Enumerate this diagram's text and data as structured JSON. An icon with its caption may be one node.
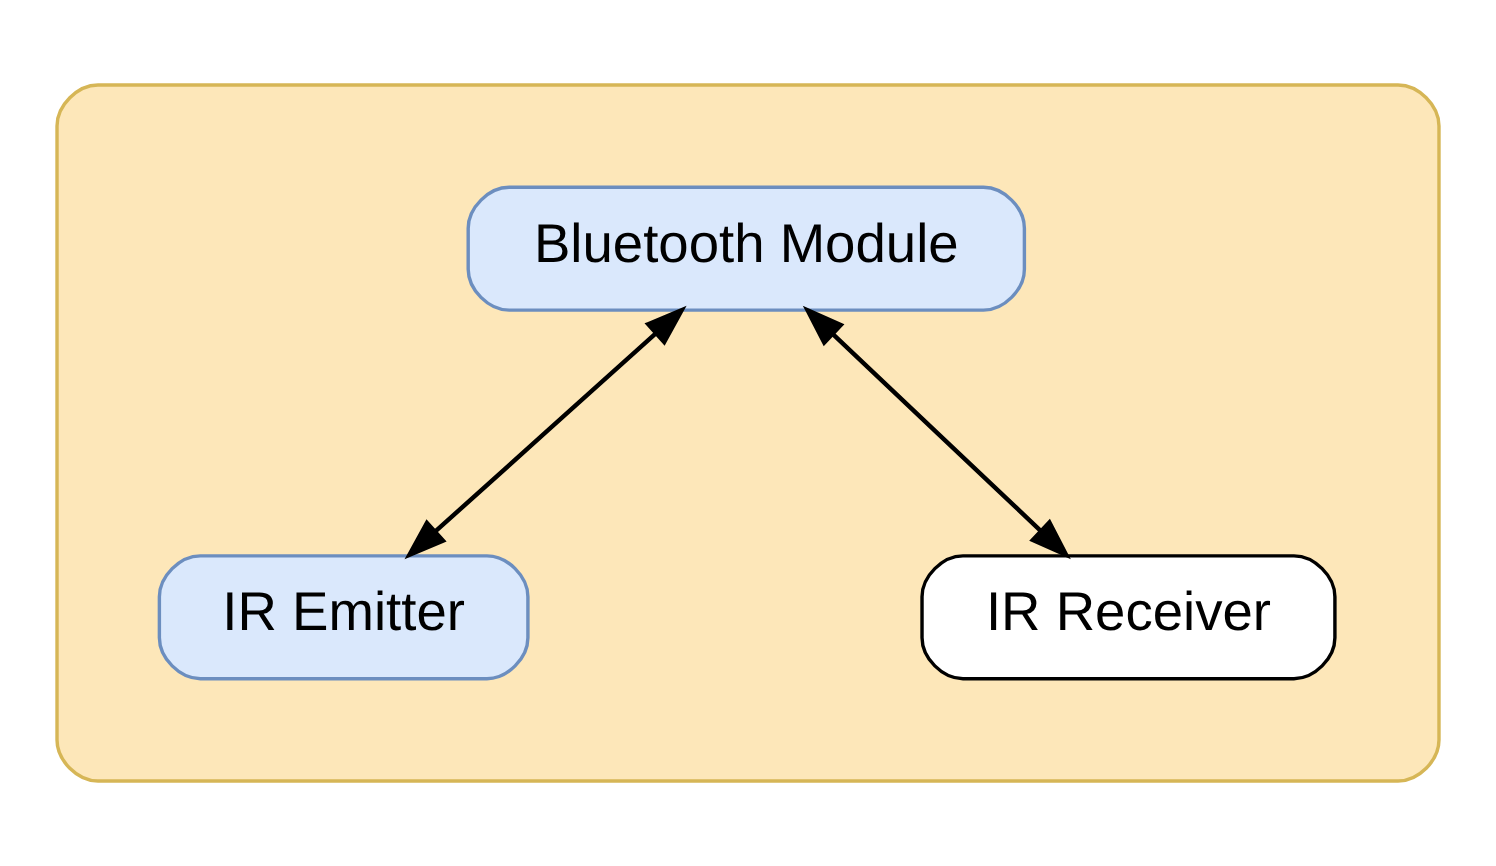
{
  "diagram": {
    "nodes": [
      {
        "text": [],
        "shape": "box"
      },
      {
        "text": [
          "Bluetooth Module"
        ],
        "in": 0
      },
      {
        "text": [
          "IR Emitter"
        ],
        "in": 0
      },
      {
        "text": [
          "IR Receiver"
        ],
        "in": 0
      }
    ],
    "edges": [
      {
        "from": 1,
        "to": 2,
        "arrow": "both"
      },
      {
        "from": 1,
        "to": 3,
        "arrow": "both"
      }
    ]
  }
}
